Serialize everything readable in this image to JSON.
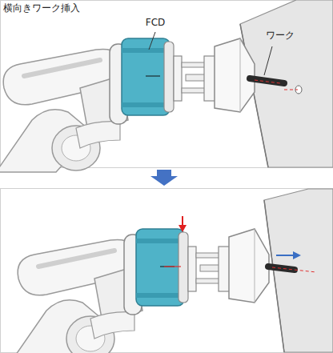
{
  "diagram": {
    "title": "横向きワーク挿入",
    "labels": [
      "FCD",
      "ワーク"
    ]
  }
}
